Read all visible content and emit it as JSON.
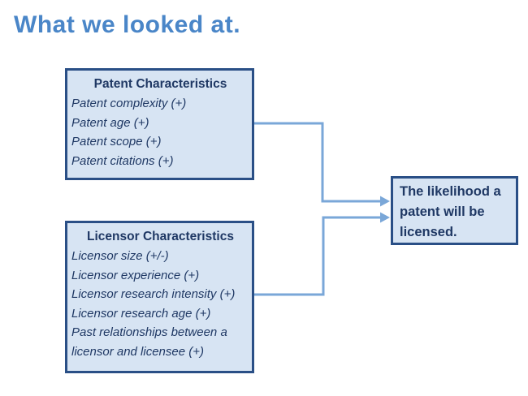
{
  "slide": {
    "title": "What we looked at."
  },
  "colors": {
    "title_blue": "#4a86c8",
    "box_border_navy": "#2a4f86",
    "box_fill_light_blue": "#d7e4f3",
    "text_navy": "#1f3864",
    "connector_blue": "#7aa7d8",
    "background": "#ffffff"
  },
  "diagram": {
    "patent_box": {
      "header": "Patent Characteristics",
      "items": [
        "Patent complexity (+)",
        "Patent age (+)",
        "Patent scope (+)",
        "Patent citations (+)"
      ]
    },
    "licensor_box": {
      "header": "Licensor Characteristics",
      "items": [
        "Licensor size (+/-)",
        "Licensor experience (+)",
        "Licensor research intensity (+)",
        "Licensor research age (+)",
        "Past relationships between a licensor and licensee (+)"
      ]
    },
    "outcome_box": {
      "text": "The likelihood a patent will be licensed."
    }
  }
}
